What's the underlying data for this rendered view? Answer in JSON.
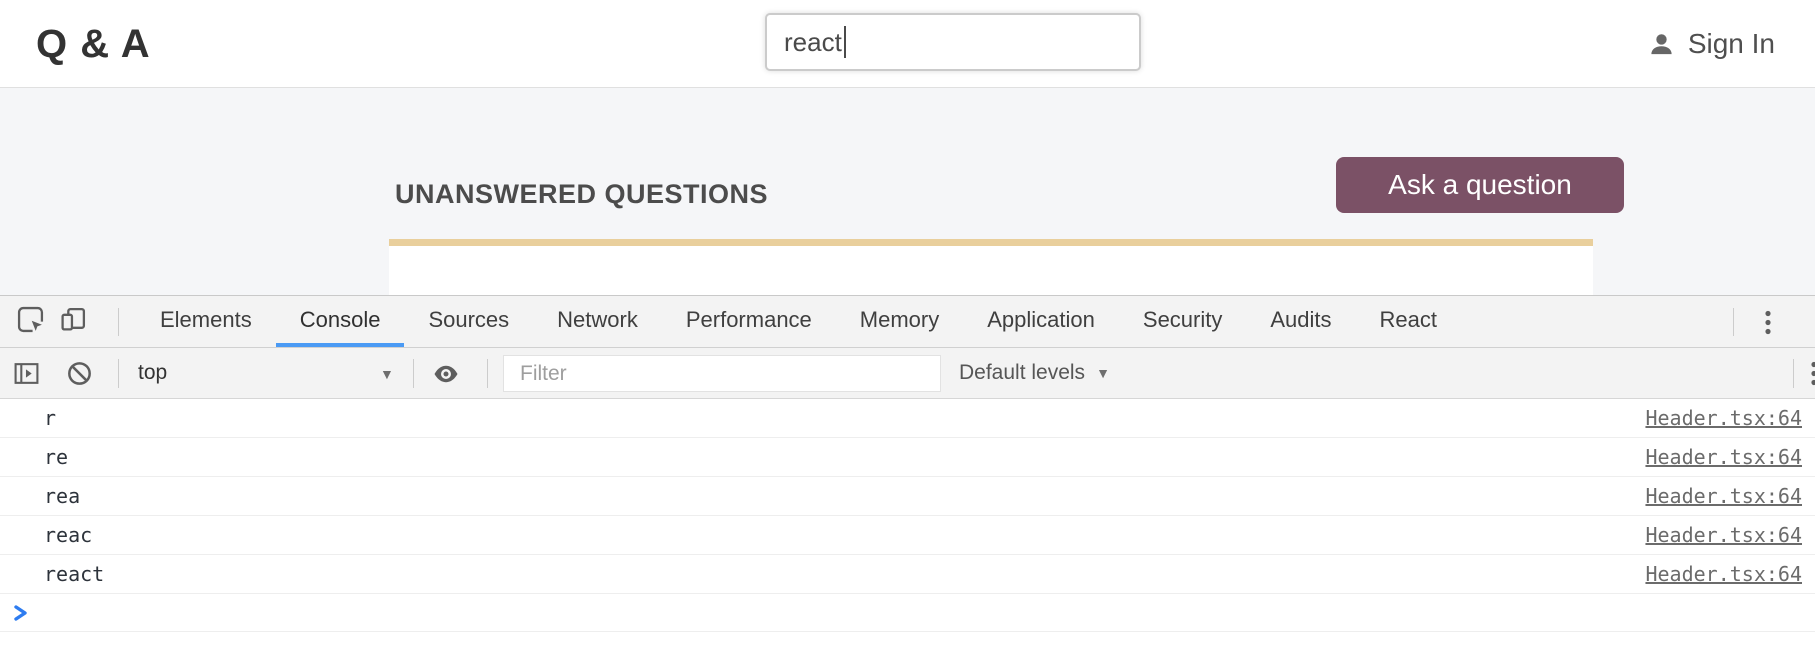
{
  "site": {
    "title": "Q & A",
    "search": {
      "value": "react"
    },
    "sign_in_label": "Sign In",
    "section_title": "UNANSWERED QUESTIONS",
    "ask_button_label": "Ask a question"
  },
  "devtools": {
    "tabs": [
      {
        "label": "Elements"
      },
      {
        "label": "Console"
      },
      {
        "label": "Sources"
      },
      {
        "label": "Network"
      },
      {
        "label": "Performance"
      },
      {
        "label": "Memory"
      },
      {
        "label": "Application"
      },
      {
        "label": "Security"
      },
      {
        "label": "Audits"
      },
      {
        "label": "React"
      }
    ],
    "active_tab": "Console",
    "toolbar": {
      "frame_selector_value": "top",
      "filter_placeholder": "Filter",
      "log_level_selector": "Default levels"
    },
    "console_entries": [
      {
        "message": "r",
        "source": "Header.tsx:64"
      },
      {
        "message": "re",
        "source": "Header.tsx:64"
      },
      {
        "message": "rea",
        "source": "Header.tsx:64"
      },
      {
        "message": "reac",
        "source": "Header.tsx:64"
      },
      {
        "message": "react",
        "source": "Header.tsx:64"
      }
    ]
  },
  "icons": {
    "caret_down": "▼"
  },
  "colors": {
    "ask_button_bg": "#7b5166",
    "card_accent_bar": "#e9cf9c",
    "active_tab_underline": "#4a9af4",
    "console_prompt_blue": "#2e7cf0",
    "devtools_toolbar_bg": "#f3f3f3",
    "page_body_bg": "#f5f6f8"
  }
}
